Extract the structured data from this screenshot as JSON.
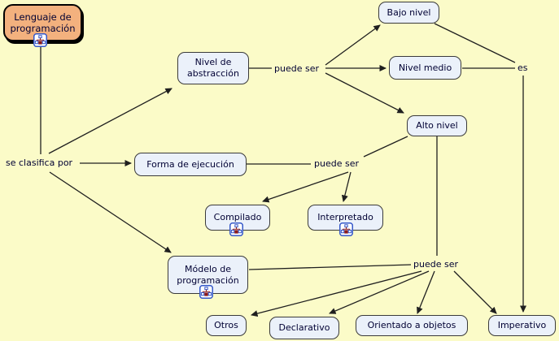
{
  "title": "Lenguaje de programación concept map",
  "colors": {
    "background": "#FBFBC8",
    "node_fill": "#EBF1FA",
    "node_border": "#3A3A3A",
    "root_fill": "#F3B17E",
    "root_border": "#000000",
    "text": "#000033",
    "line": "#1F1F1F",
    "icon_blue": "#3558C8",
    "icon_red": "#8B1A1A"
  },
  "nodes": {
    "lenguaje": {
      "label": "Lenguaje de programación",
      "has_resource_icon": true
    },
    "nivel_abstraccion": {
      "label": "Nivel de abstracción",
      "has_resource_icon": false
    },
    "bajo_nivel": {
      "label": "Bajo nivel",
      "has_resource_icon": false
    },
    "nivel_medio": {
      "label": "Nivel medio",
      "has_resource_icon": false
    },
    "alto_nivel": {
      "label": "Alto nivel",
      "has_resource_icon": false
    },
    "forma_ejecucion": {
      "label": "Forma de ejecución",
      "has_resource_icon": false
    },
    "compilado": {
      "label": "Compilado",
      "has_resource_icon": true
    },
    "interpretado": {
      "label": "Interpretado",
      "has_resource_icon": true
    },
    "modelo": {
      "label": "Módelo de programación",
      "has_resource_icon": true
    },
    "otros": {
      "label": "Otros",
      "has_resource_icon": false
    },
    "declarativo": {
      "label": "Declarativo",
      "has_resource_icon": false
    },
    "orientado": {
      "label": "Orientado a objetos",
      "has_resource_icon": false
    },
    "imperativo": {
      "label": "Imperativo",
      "has_resource_icon": false
    }
  },
  "links": {
    "se_clasifica_por": "se clasifica por",
    "puede_ser_abstraccion": "puede ser",
    "puede_ser_ejecucion": "puede ser",
    "puede_ser_modelo": "puede ser",
    "es": "es"
  },
  "icon_meaning": "linked-resource-icon"
}
